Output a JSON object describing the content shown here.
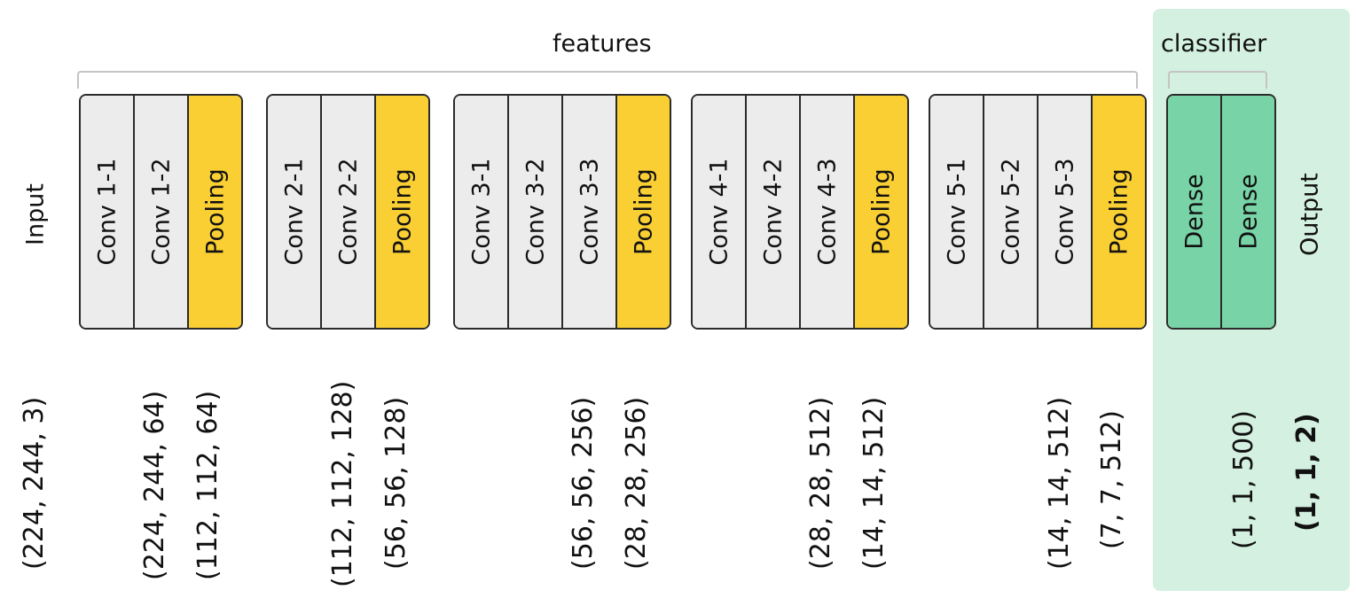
{
  "labels": {
    "features": "features",
    "classifier": "classifier",
    "input": "Input",
    "output": "Output"
  },
  "blocks": [
    {
      "layers": [
        "Conv 1-1",
        "Conv 1-2",
        "Pooling"
      ]
    },
    {
      "layers": [
        "Conv 2-1",
        "Conv 2-2",
        "Pooling"
      ]
    },
    {
      "layers": [
        "Conv 3-1",
        "Conv 3-2",
        "Conv 3-3",
        "Pooling"
      ]
    },
    {
      "layers": [
        "Conv 4-1",
        "Conv 4-2",
        "Conv 4-3",
        "Pooling"
      ]
    },
    {
      "layers": [
        "Conv 5-1",
        "Conv 5-2",
        "Conv 5-3",
        "Pooling"
      ]
    }
  ],
  "classifier_layers": [
    "Dense",
    "Dense"
  ],
  "shapes": [
    "(224, 244, 3)",
    "(224, 244, 64)",
    "(112, 112, 64)",
    "(112, 112, 128)",
    "(56, 56, 128)",
    "(56, 56, 256)",
    "(28, 28, 256)",
    "(28, 28, 512)",
    "(14, 14, 512)",
    "(14, 14, 512)",
    "(7, 7, 512)",
    "(1, 1, 500)",
    "(1, 1, 2)"
  ],
  "colors": {
    "conv": "#ececec",
    "pooling": "#f9cf33",
    "dense": "#78d3a6",
    "classifier_bg": "#d3f0e0"
  }
}
